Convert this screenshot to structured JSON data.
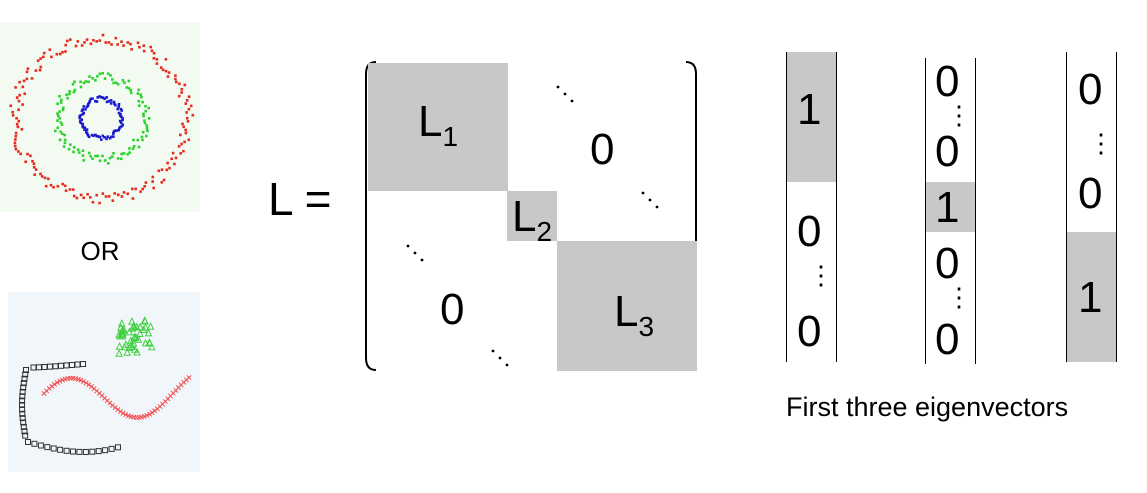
{
  "separator": "OR",
  "equation_lhs": "L =",
  "blocks": {
    "l1_base": "L",
    "l1_sub": "1",
    "l2_base": "L",
    "l2_sub": "2",
    "l3_base": "L",
    "l3_sub": "3"
  },
  "matrix_zero_upper": "0",
  "matrix_zero_lower": "0",
  "eigenvectors": [
    {
      "top": "1",
      "mid_zero_a": "0",
      "mid_zero_b": "0"
    },
    {
      "zero_a": "0",
      "zero_b": "0",
      "one": "1",
      "zero_c": "0",
      "zero_d": "0"
    },
    {
      "zero_a": "0",
      "zero_b": "0",
      "one": "1"
    }
  ],
  "caption": "First three eigenvectors",
  "colors": {
    "block_fill": "#c8c8c8",
    "ring_outer": "#e8291c",
    "ring_middle": "#2fd12f",
    "ring_inner": "#1a1acc",
    "scatter_squares": "#333333",
    "scatter_crosses": "#f05050",
    "scatter_triangles": "#40d040"
  }
}
